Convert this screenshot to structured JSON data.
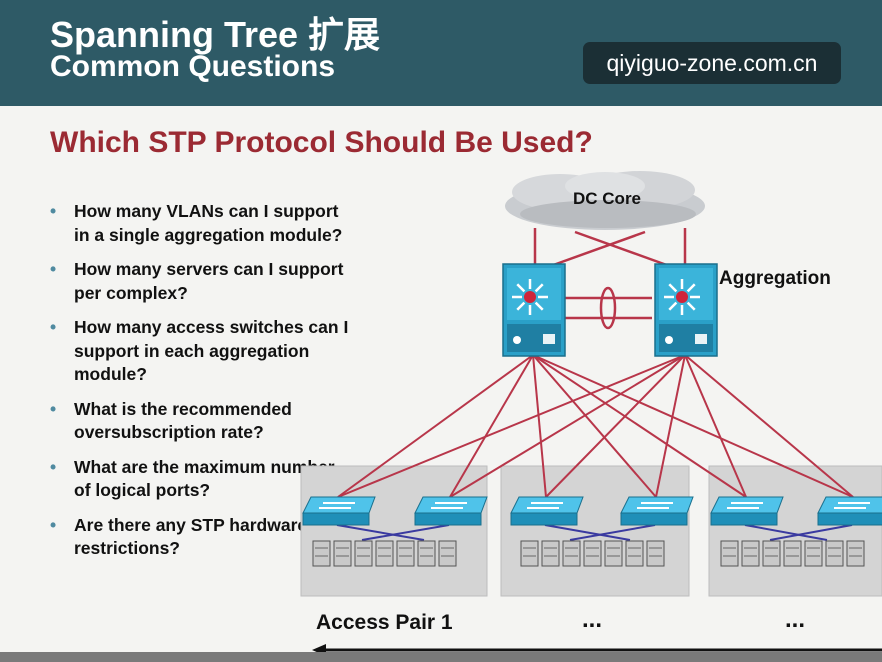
{
  "header": {
    "title_line1": "Spanning Tree 扩展",
    "title_line2": "Common Questions",
    "watermark": "qiyiguo-zone.com.cn",
    "bg_color": "#2e5a66"
  },
  "question": "Which STP Protocol Should Be Used?",
  "bullets": [
    "How many VLANs can I support in a single aggregation module?",
    "How many servers can I support per complex?",
    "How many access switches can I support in each aggregation module?",
    "What is the recommended oversubscription rate?",
    "What are the maximum number of logical ports?",
    "Are there any STP hardware restrictions?"
  ],
  "diagram": {
    "core_label": "DC Core",
    "aggregation_label": "Aggregation",
    "access_label": "Access Pair 1",
    "ellipsis": "...",
    "link_color": "#b8364a",
    "access_link_color": "#3a3aa0",
    "switch_color": "#2aa0c8",
    "access_group_count": 3
  },
  "icons": [
    "cloud-icon",
    "multilayer-switch-icon",
    "layer2-switch-icon",
    "server-icon",
    "arrow-left-icon"
  ]
}
